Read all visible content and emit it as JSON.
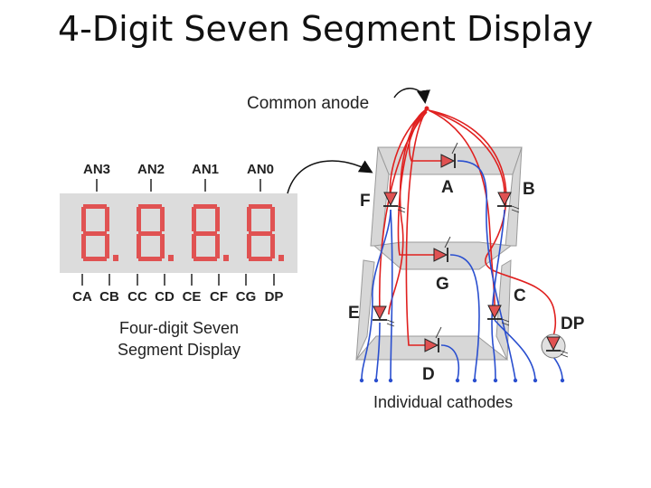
{
  "slide": {
    "title": "4-Digit Seven Segment Display"
  },
  "left_panel": {
    "anodes": [
      "AN3",
      "AN2",
      "AN1",
      "AN0"
    ],
    "cathodes": [
      "CA",
      "CB",
      "CC",
      "CD",
      "CE",
      "CF",
      "CG",
      "DP"
    ],
    "caption_line1": "Four-digit Seven",
    "caption_line2": "Segment Display"
  },
  "right_panel": {
    "common_anode_label": "Common anode",
    "cathodes_label": "Individual cathodes",
    "segments": {
      "A": "A",
      "B": "B",
      "C": "C",
      "D": "D",
      "E": "E",
      "F": "F",
      "G": "G",
      "DP": "DP"
    }
  },
  "colors": {
    "segment_on": "#e05252",
    "display_bg": "#dcdcdc",
    "anode_wire": "#e0201f",
    "cathode_wire": "#2a4fcf",
    "segment_shape": "#d7d7d7"
  }
}
